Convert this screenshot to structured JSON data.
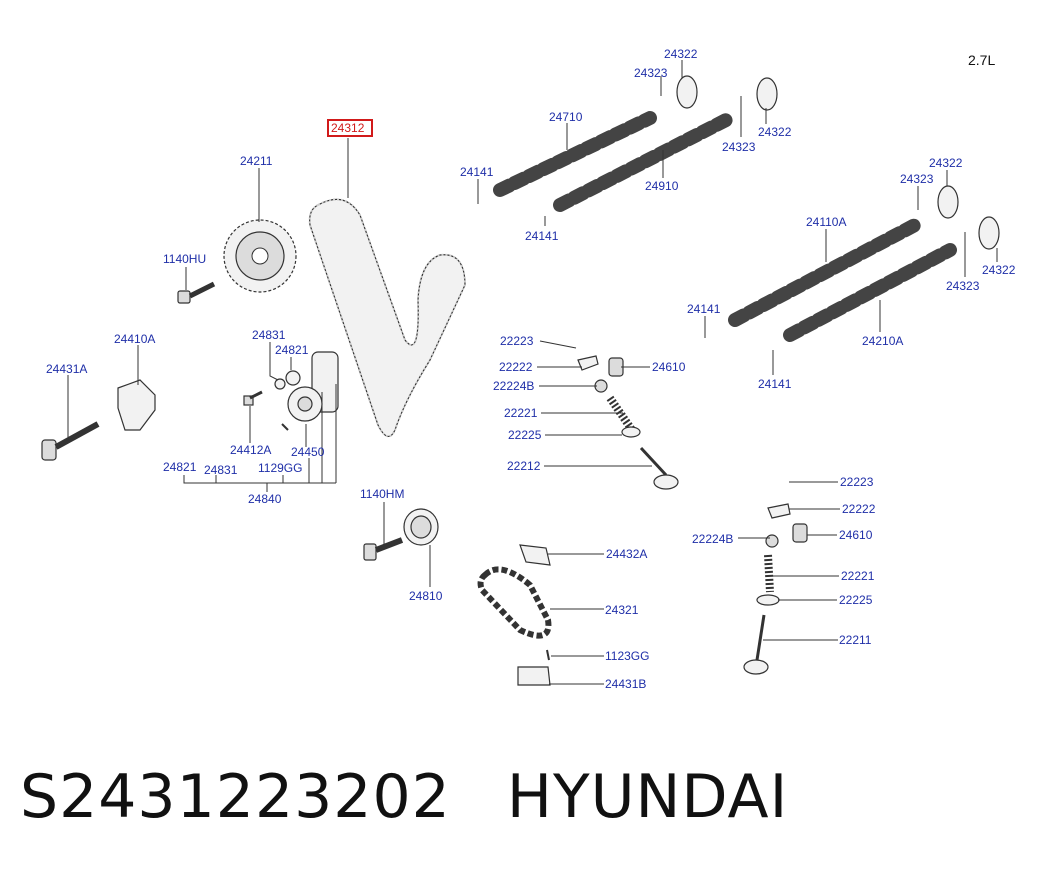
{
  "engine_label": "2.7L",
  "caption": {
    "part_number": "S2431223202",
    "brand": "HYUNDAI"
  },
  "highlight_label": "24312",
  "labels": {
    "l24322a": "24322",
    "l24323a": "24323",
    "l24710": "24710",
    "l24322b": "24322",
    "l24323b": "24323",
    "l24141a": "24141",
    "l24910": "24910",
    "l24141b": "24141",
    "l24322c": "24322",
    "l24323c": "24323",
    "l24110A": "24110A",
    "l24322d": "24322",
    "l24323d": "24323",
    "l24141c": "24141",
    "l24210A": "24210A",
    "l24141d": "24141",
    "l24211": "24211",
    "l1140HU": "1140HU",
    "l24410A": "24410A",
    "l24431A": "24431A",
    "l24831a": "24831",
    "l24821a": "24821",
    "l24412A": "24412A",
    "l24450": "24450",
    "l24821b": "24821",
    "l24831b": "24831",
    "l1129GG": "1129GG",
    "l24840": "24840",
    "l22223a": "22223",
    "l22222a": "22222",
    "l24610a": "24610",
    "l22224Ba": "22224B",
    "l22221a": "22221",
    "l22225a": "22225",
    "l22212": "22212",
    "l1140HM": "1140HM",
    "l24810": "24810",
    "l24432A": "24432A",
    "l24321": "24321",
    "l1123GG": "1123GG",
    "l24431B": "24431B",
    "l22223b": "22223",
    "l22222b": "22222",
    "l22224Bb": "22224B",
    "l24610b": "24610",
    "l22221b": "22221",
    "l22225b": "22225",
    "l22211": "22211"
  }
}
